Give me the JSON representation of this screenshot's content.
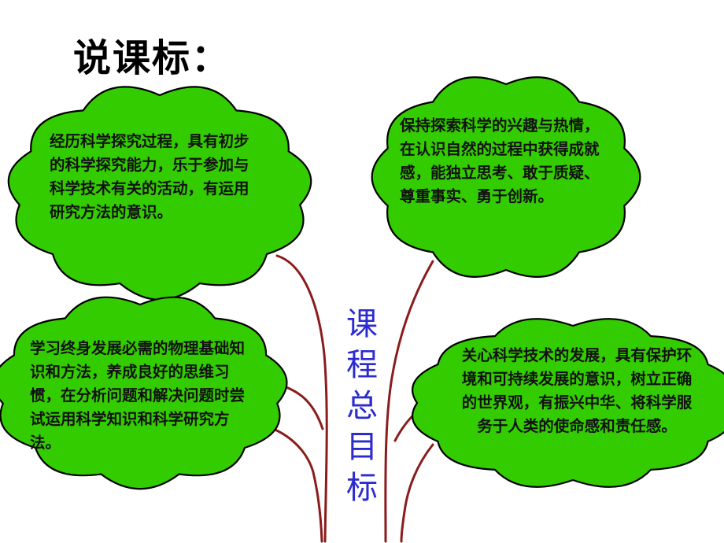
{
  "title": "说课标：",
  "center": {
    "chars": [
      "课",
      "程",
      "总",
      "目",
      "标"
    ]
  },
  "clouds": [
    {
      "text": "经历科学探究过程，具有初步的科学探究能力，乐于参加与科学技术有关的活动，有运用研究方法的意识。"
    },
    {
      "text": "保持探索科学的兴趣与热情，在认识自然的过程中获得成就感，能独立思考、敢于质疑、尊重事实、勇于创新。"
    },
    {
      "text": "学习终身发展必需的物理基础知识和方法，养成良好的思维习惯，在分析问题和解决问题时尝试运用科学知识和科学研究方法。"
    },
    {
      "text": "关心科学技术的发展，具有保护环境和可持续发展的意识，树立正确的世界观，有振兴中华、将科学服务于人类的使命感和责任感。"
    }
  ],
  "colors": {
    "cloud_fill": "#33cc00",
    "branch": "#8b1c1c",
    "center_text": "#2b2bcf",
    "title_text": "#000000"
  }
}
